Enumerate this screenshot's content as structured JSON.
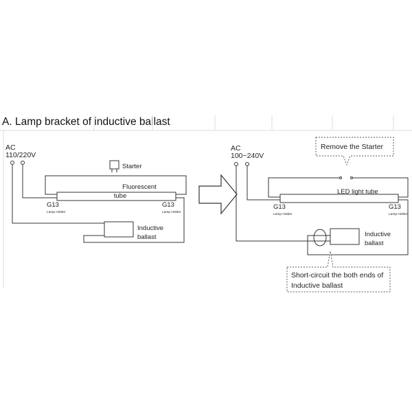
{
  "heading": "A. Lamp bracket of inductive ballast",
  "left": {
    "ac_label": "AC",
    "voltage": "110/220V",
    "starter": "Starter",
    "tube_line1": "Fluorescent",
    "tube_line2": "tube",
    "g13_left": "G13",
    "holder_left": "Lamp Holder",
    "g13_right": "G13",
    "holder_right": "Lamp Holder",
    "ballast_line1": "Inductive",
    "ballast_line2": "ballast"
  },
  "right": {
    "ac_label": "AC",
    "voltage": "100~240V",
    "callout_starter": "Remove the Starter",
    "tube": "LED light tube",
    "g13_left": "G13",
    "holder_left": "Lamp Holder",
    "g13_right": "G13",
    "holder_right": "Lamp Holder",
    "ballast_line1": "Inductive",
    "ballast_line2": "ballast",
    "callout_short_line1": "Short-circuit the both ends of",
    "callout_short_line2": "Inductive ballast"
  }
}
